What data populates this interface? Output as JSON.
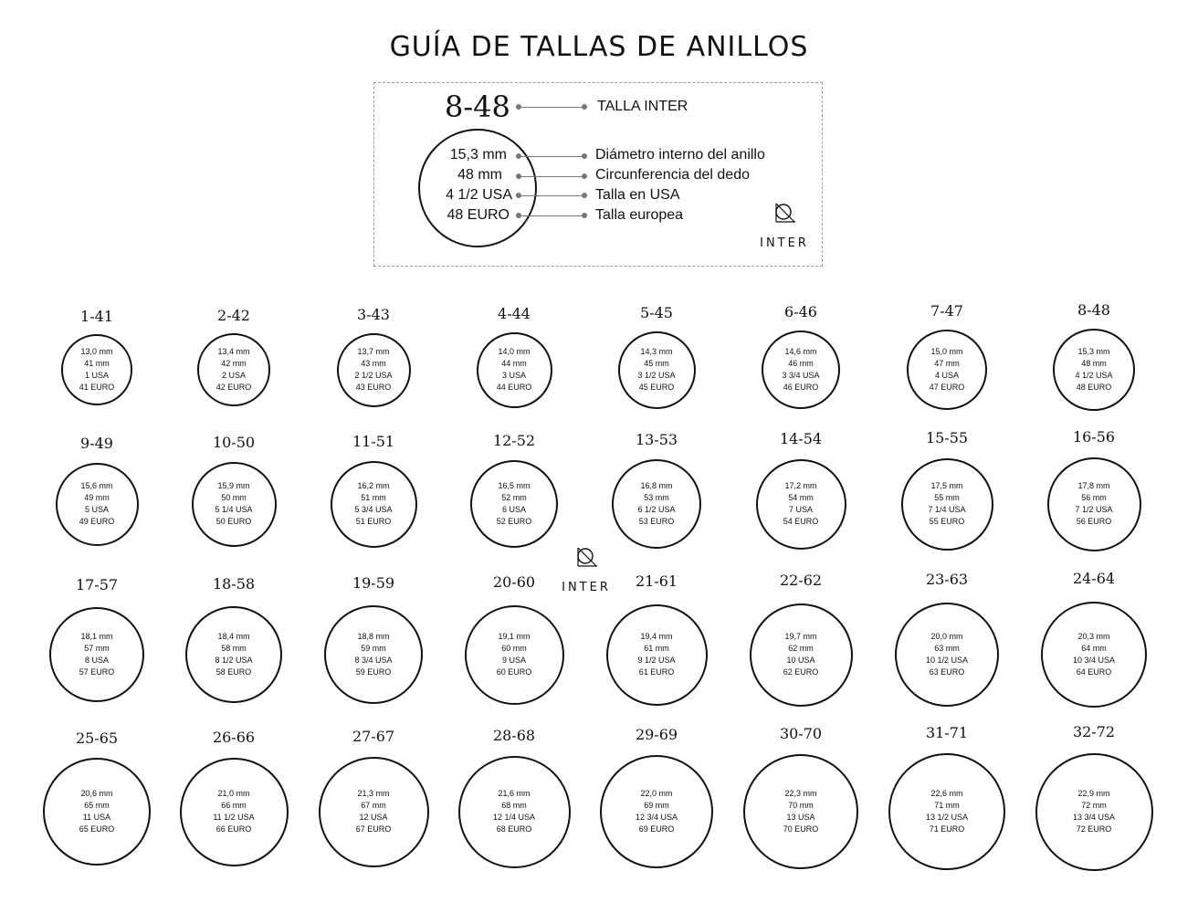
{
  "title": "GUÍA DE TALLAS DE ANILLOS",
  "legend": {
    "size": "8-48",
    "size_label": "TALLA INTER",
    "values": [
      "15,3 mm",
      "48 mm",
      "4 1/2 USA",
      "48 EURO"
    ],
    "labels": [
      "Diámetro interno del anillo",
      "Circunferencia del dedo",
      "Talla en USA",
      "Talla europea"
    ]
  },
  "logo": {
    "text": "INTER",
    "icon": "ring-logo-icon"
  },
  "rings": [
    {
      "size": "1-41",
      "mm": "13,0 mm",
      "circ": "41 mm",
      "usa": "1 USA",
      "euro": "41 EURO"
    },
    {
      "size": "2-42",
      "mm": "13,4 mm",
      "circ": "42 mm",
      "usa": "2 USA",
      "euro": "42 EURO"
    },
    {
      "size": "3-43",
      "mm": "13,7 mm",
      "circ": "43 mm",
      "usa": "2 1/2 USA",
      "euro": "43 EURO"
    },
    {
      "size": "4-44",
      "mm": "14,0 mm",
      "circ": "44 mm",
      "usa": "3 USA",
      "euro": "44 EURO"
    },
    {
      "size": "5-45",
      "mm": "14,3 mm",
      "circ": "45 mm",
      "usa": "3 1/2 USA",
      "euro": "45 EURO"
    },
    {
      "size": "6-46",
      "mm": "14,6 mm",
      "circ": "46 mm",
      "usa": "3 3/4 USA",
      "euro": "46 EURO"
    },
    {
      "size": "7-47",
      "mm": "15,0 mm",
      "circ": "47 mm",
      "usa": "4 USA",
      "euro": "47 EURO"
    },
    {
      "size": "8-48",
      "mm": "15,3 mm",
      "circ": "48 mm",
      "usa": "4 1/2 USA",
      "euro": "48 EURO"
    },
    {
      "size": "9-49",
      "mm": "15,6 mm",
      "circ": "49 mm",
      "usa": "5 USA",
      "euro": "49 EURO"
    },
    {
      "size": "10-50",
      "mm": "15,9 mm",
      "circ": "50 mm",
      "usa": "5 1/4 USA",
      "euro": "50 EURO"
    },
    {
      "size": "11-51",
      "mm": "16,2 mm",
      "circ": "51 mm",
      "usa": "5 3/4 USA",
      "euro": "51 EURO"
    },
    {
      "size": "12-52",
      "mm": "16,5 mm",
      "circ": "52 mm",
      "usa": "6 USA",
      "euro": "52 EURO"
    },
    {
      "size": "13-53",
      "mm": "16,8 mm",
      "circ": "53 mm",
      "usa": "6 1/2 USA",
      "euro": "53 EURO"
    },
    {
      "size": "14-54",
      "mm": "17,2 mm",
      "circ": "54 mm",
      "usa": "7 USA",
      "euro": "54 EURO"
    },
    {
      "size": "15-55",
      "mm": "17,5 mm",
      "circ": "55 mm",
      "usa": "7 1/4 USA",
      "euro": "55 EURO"
    },
    {
      "size": "16-56",
      "mm": "17,8 mm",
      "circ": "56 mm",
      "usa": "7 1/2 USA",
      "euro": "56 EURO"
    },
    {
      "size": "17-57",
      "mm": "18,1 mm",
      "circ": "57 mm",
      "usa": "8 USA",
      "euro": "57 EURO"
    },
    {
      "size": "18-58",
      "mm": "18,4 mm",
      "circ": "58 mm",
      "usa": "8 1/2 USA",
      "euro": "58 EURO"
    },
    {
      "size": "19-59",
      "mm": "18,8 mm",
      "circ": "59 mm",
      "usa": "8 3/4 USA",
      "euro": "59 EURO"
    },
    {
      "size": "20-60",
      "mm": "19,1 mm",
      "circ": "60 mm",
      "usa": "9 USA",
      "euro": "60 EURO"
    },
    {
      "size": "21-61",
      "mm": "19,4 mm",
      "circ": "61 mm",
      "usa": "9 1/2 USA",
      "euro": "61 EURO"
    },
    {
      "size": "22-62",
      "mm": "19,7 mm",
      "circ": "62 mm",
      "usa": "10 USA",
      "euro": "62 EURO"
    },
    {
      "size": "23-63",
      "mm": "20,0 mm",
      "circ": "63 mm",
      "usa": "10 1/2 USA",
      "euro": "63 EURO"
    },
    {
      "size": "24-64",
      "mm": "20,3 mm",
      "circ": "64 mm",
      "usa": "10 3/4 USA",
      "euro": "64 EURO"
    },
    {
      "size": "25-65",
      "mm": "20,6 mm",
      "circ": "65 mm",
      "usa": "11 USA",
      "euro": "65 EURO"
    },
    {
      "size": "26-66",
      "mm": "21,0 mm",
      "circ": "66 mm",
      "usa": "11 1/2 USA",
      "euro": "66 EURO"
    },
    {
      "size": "27-67",
      "mm": "21,3 mm",
      "circ": "67 mm",
      "usa": "12 USA",
      "euro": "67 EURO"
    },
    {
      "size": "28-68",
      "mm": "21,6 mm",
      "circ": "68 mm",
      "usa": "12 1/4 USA",
      "euro": "68 EURO"
    },
    {
      "size": "29-69",
      "mm": "22,0 mm",
      "circ": "69 mm",
      "usa": "12 3/4 USA",
      "euro": "69 EURO"
    },
    {
      "size": "30-70",
      "mm": "22,3 mm",
      "circ": "70 mm",
      "usa": "13 USA",
      "euro": "70 EURO"
    },
    {
      "size": "31-71",
      "mm": "22,6 mm",
      "circ": "71 mm",
      "usa": "13 1/2 USA",
      "euro": "71 EURO"
    },
    {
      "size": "32-72",
      "mm": "22,9 mm",
      "circ": "72 mm",
      "usa": "13 3/4 USA",
      "euro": "72 EURO"
    }
  ]
}
